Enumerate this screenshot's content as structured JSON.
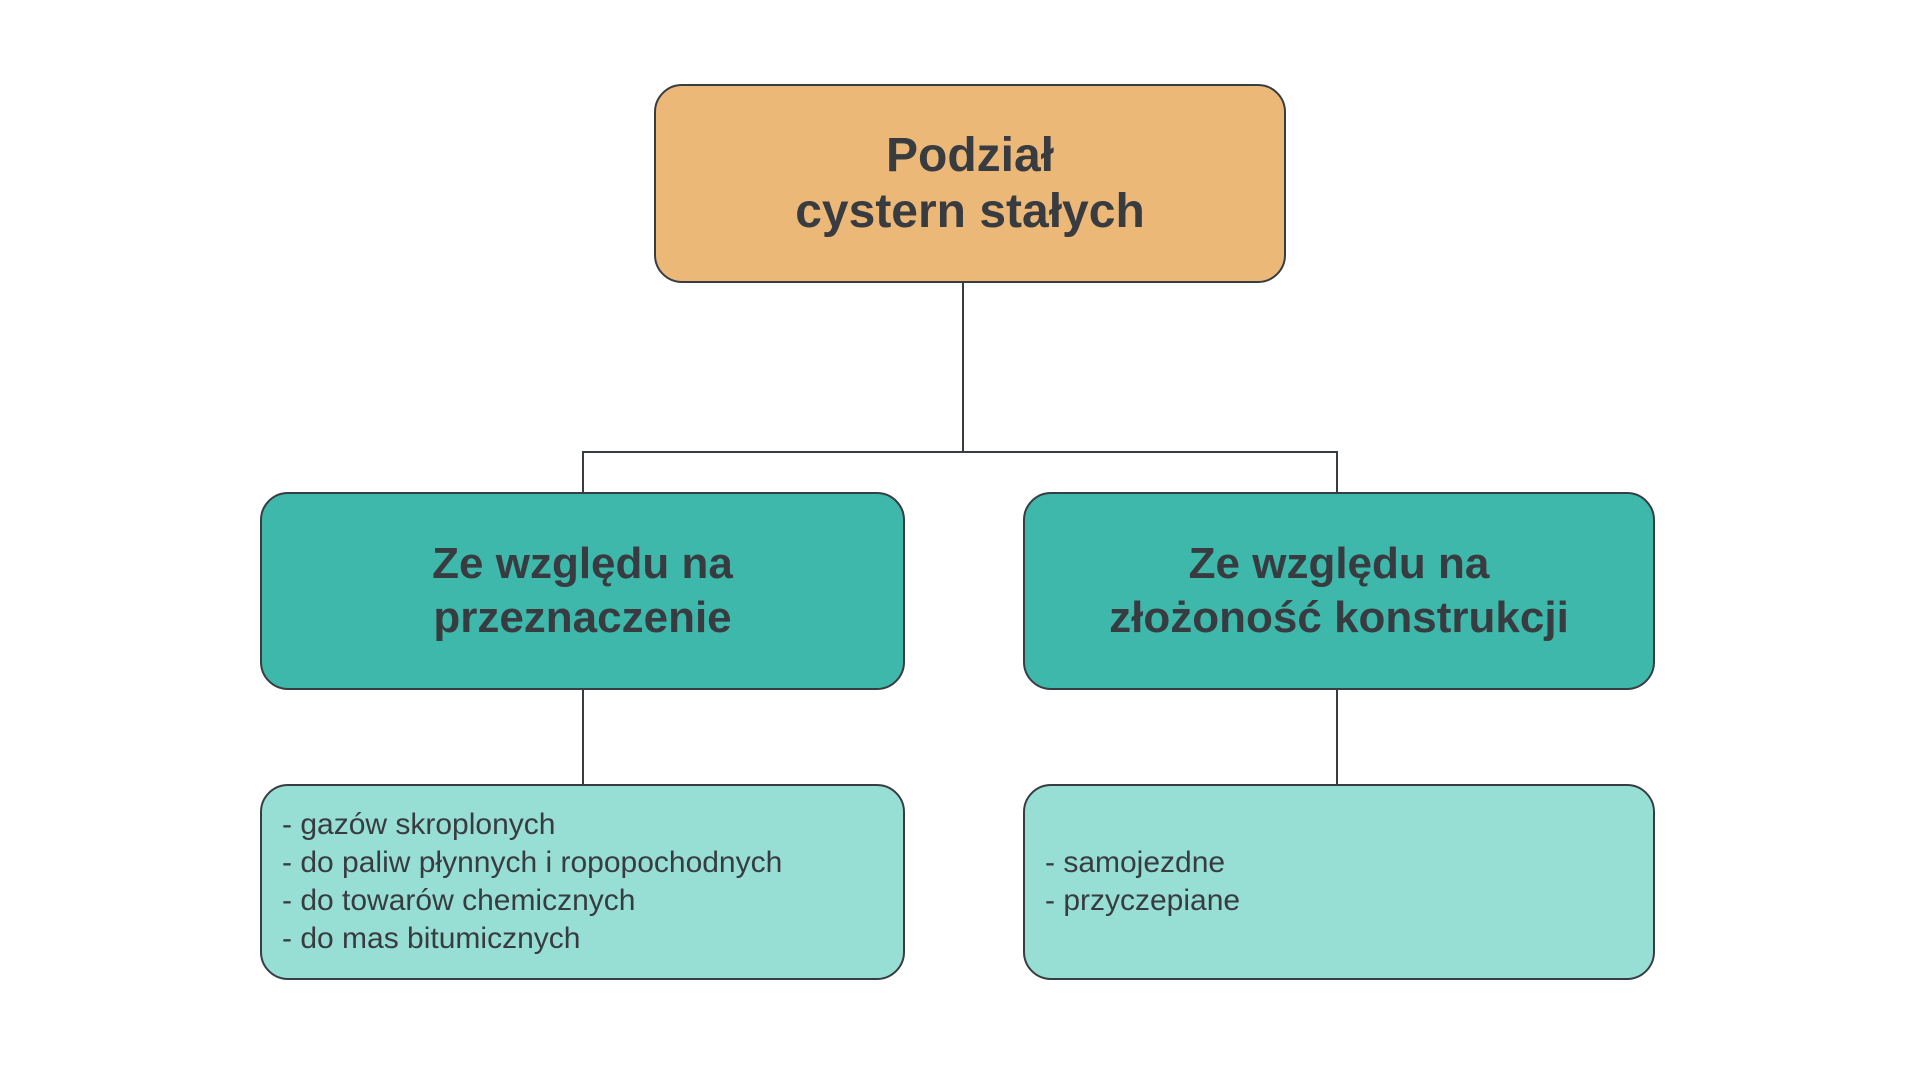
{
  "colors": {
    "root_fill": "#ecb878",
    "branch_fill": "#3eb8ab",
    "leaf_fill": "#97ded4",
    "line": "#383d42",
    "text": "#383c41",
    "bg": "#ffffff"
  },
  "chart_data": {
    "type": "tree-diagram",
    "title": "Podział cystern stałych",
    "hierarchy": {
      "root": "Podział cystern stałych",
      "branches": [
        {
          "label": "Ze względu na przeznaczenie",
          "children": [
            "gazów skroplonych",
            "do paliw płynnych i ropopochodnych",
            "do towarów chemicznych",
            "do mas bitumicznych"
          ]
        },
        {
          "label": "Ze względu na złożoność konstrukcji",
          "children": [
            "samojezdne",
            "przyczepiane"
          ]
        }
      ]
    }
  },
  "nodes": {
    "root": {
      "label": "Podział\ncystern stałych"
    },
    "branch_left": {
      "label": "Ze względu na\nprzeznaczenie"
    },
    "branch_right": {
      "label": "Ze względu na\nzłożoność konstrukcji"
    },
    "leaf_left": {
      "items": [
        "- gazów skroplonych",
        "- do paliw płynnych i ropopochodnych",
        "- do towarów chemicznych",
        "- do mas bitumicznych"
      ]
    },
    "leaf_right": {
      "items": [
        "- samojezdne",
        "- przyczepiane"
      ]
    }
  }
}
